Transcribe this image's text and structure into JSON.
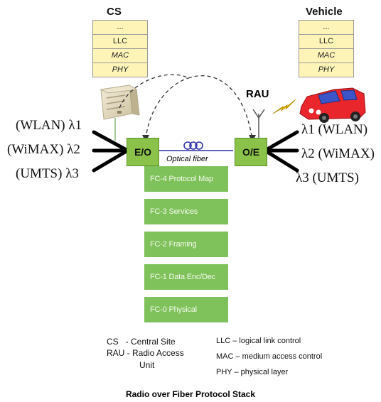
{
  "cs_stack": {
    "title": "CS",
    "layers": [
      "...",
      "LLC",
      "MAC",
      "PHY"
    ]
  },
  "vehicle_stack": {
    "title": "Vehicle",
    "layers": [
      "...",
      "LLC",
      "MAC",
      "PHY"
    ]
  },
  "rau_label": "RAU",
  "eo_label": "E/O",
  "oe_label": "O/E",
  "fiber_label": "Optical fiber",
  "left_bands": [
    "(WLAN) λ1",
    "(WiMAX) λ2",
    "(UMTS) λ3"
  ],
  "right_bands": [
    "λ1 (WLAN)",
    "λ2 (WiMAX)",
    "λ3 (UMTS)"
  ],
  "fc_layers": [
    "FC-4 Protocol Map",
    "FC-3 Services",
    "FC-2 Framing",
    "FC-1 Data Enc/Dec",
    "FC-0 Physical"
  ],
  "legend": {
    "cs": "CS   - Central Site",
    "rau_1": "RAU - Radio Access",
    "rau_2": "Unit",
    "llc": "LLC – logical link control",
    "mac": "MAC – medium access control",
    "phy": "PHY – physical layer"
  },
  "caption": "Radio over Fiber Protocol Stack"
}
